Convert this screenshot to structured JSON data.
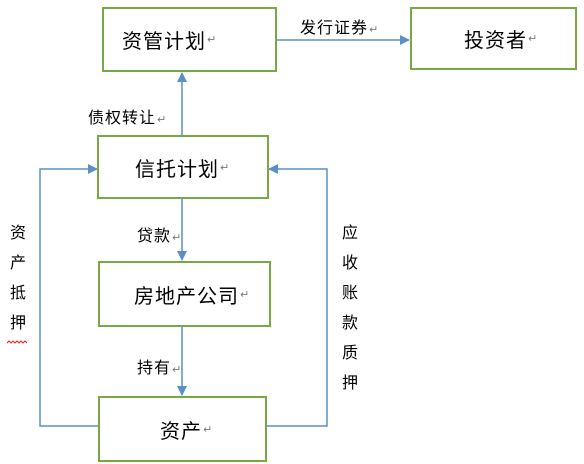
{
  "nodes": {
    "asset_mgmt_plan": "资管计划",
    "investor": "投资者",
    "trust_plan": "信托计划",
    "real_estate_company": "房地产公司",
    "assets": "资产"
  },
  "edges": {
    "issue_securities": "发行证券",
    "debt_transfer": "债权转让",
    "loan": "贷款",
    "hold": "持有",
    "asset_mortgage": [
      "资",
      "产",
      "抵",
      "押"
    ],
    "receivables_pledge": [
      "应",
      "收",
      "账",
      "款",
      "质",
      "押"
    ]
  },
  "paragraph_mark": "↵",
  "colors": {
    "box_border": "#77a844",
    "arrow": "#5b8fc9"
  }
}
